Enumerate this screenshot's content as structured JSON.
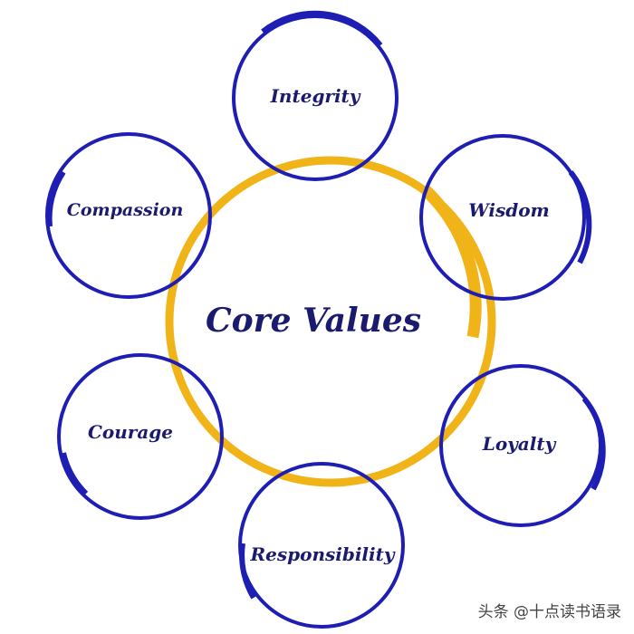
{
  "title": "Core Values",
  "values": [
    "Integrity",
    "Wisdom",
    "Loyalty",
    "Responsibility",
    "Courage",
    "Compassion"
  ],
  "watermark": "头条 @十点读书语录",
  "colors": {
    "ring": "#1e1eb4",
    "center_ring": "#f0b419",
    "text": "#1a1a6e"
  }
}
